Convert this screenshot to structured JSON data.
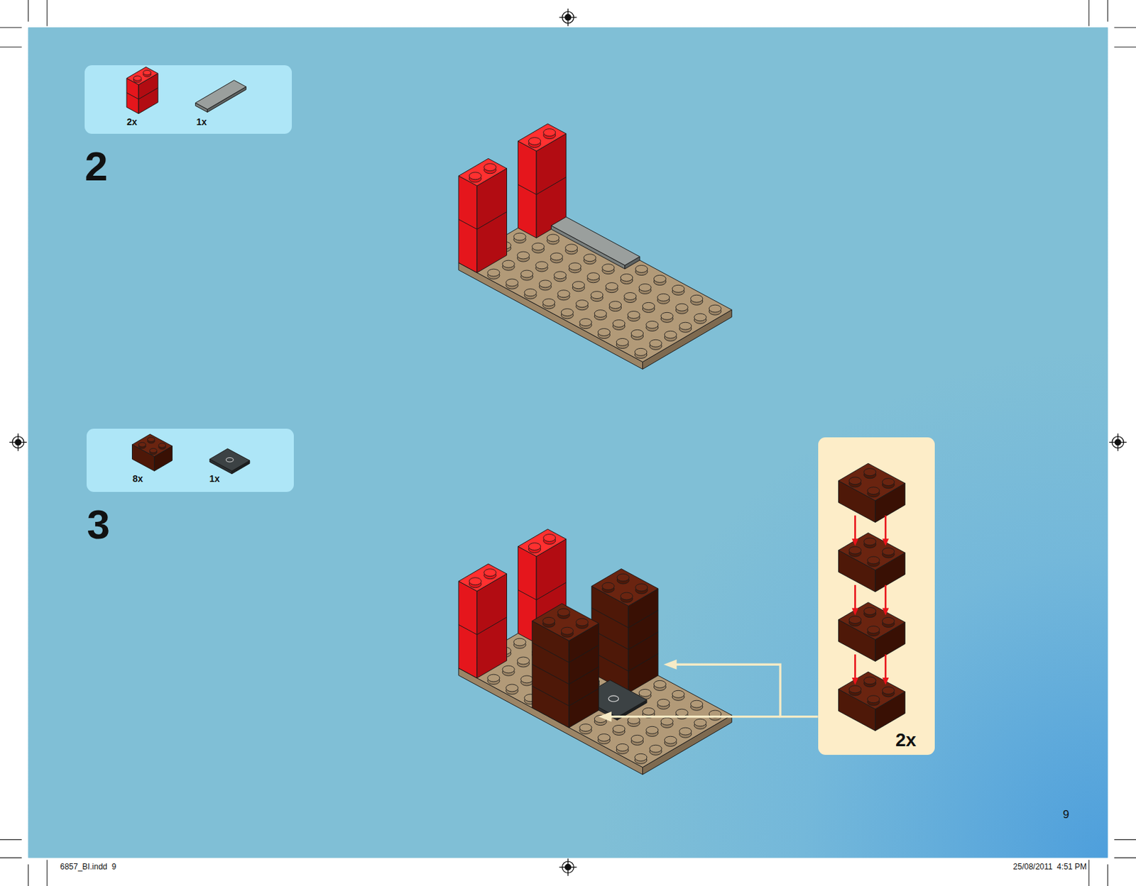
{
  "diagram": {
    "nodes": [
      {
        "text": [
          "2x",
          "1x"
        ]
      },
      {
        "text": [
          "8x",
          "1x"
        ]
      },
      {
        "text": [
          "2x"
        ]
      }
    ],
    "labels": [
      "2",
      "3",
      "9",
      "6857_BI.indd  9",
      "25/08/2011  4:51 PM"
    ]
  }
}
